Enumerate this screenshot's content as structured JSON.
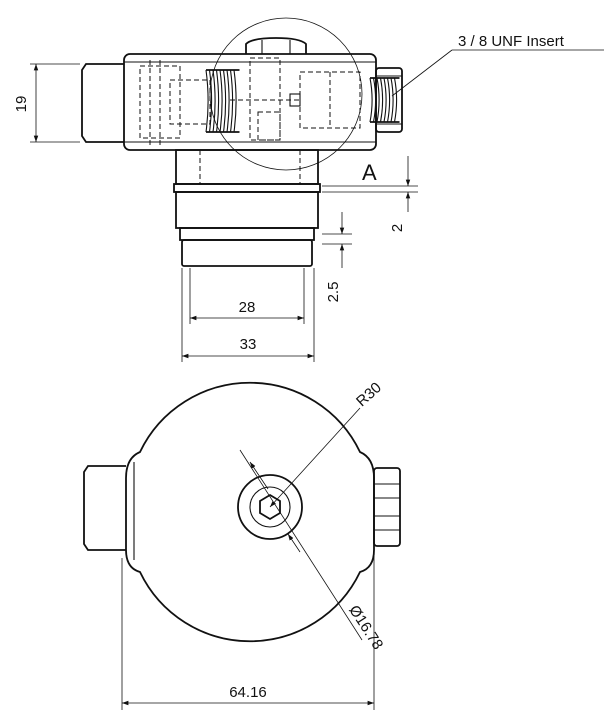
{
  "dimensions": {
    "height": "19",
    "thread_callout": "3 / 8  UNF Insert",
    "section_letter": "A",
    "groove_2": "2",
    "groove_2_5": "2.5",
    "inner_width": "28",
    "outer_width": "33",
    "radius": "R30",
    "bore_diameter": "Ø16.78",
    "overall_width": "64.16"
  }
}
